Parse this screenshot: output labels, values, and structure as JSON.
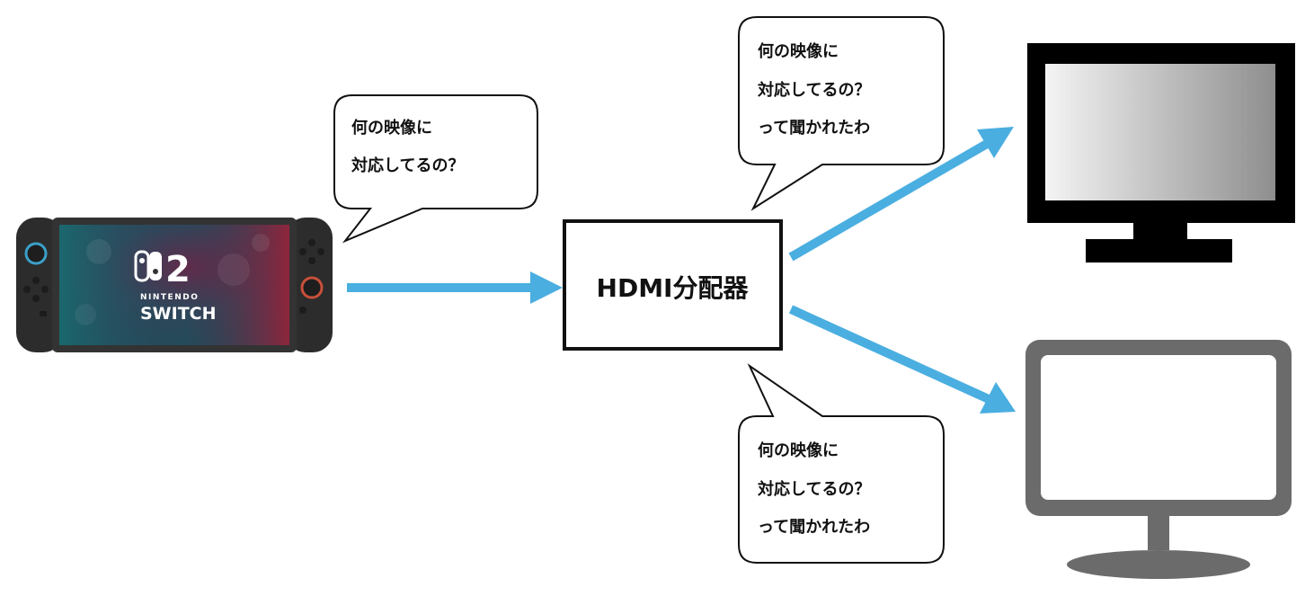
{
  "bubbles": {
    "left": {
      "line1": "何の映像に",
      "line2": "対応してるの？"
    },
    "top_right": {
      "line1": "何の映像に",
      "line2": "対応してるの？",
      "line3": "って聞かれたわ"
    },
    "bottom_right": {
      "line1": "何の映像に",
      "line2": "対応してるの？",
      "line3": "って聞かれたわ"
    }
  },
  "splitter": {
    "label": "HDMI分配器"
  },
  "console": {
    "logo_number": "2",
    "logo_line1": "NINTENDO",
    "logo_line2": "SWITCH",
    "colors": {
      "body": "#2f2f2f",
      "screen_left": "#1f6f74",
      "screen_right": "#8c1f3a"
    }
  },
  "colors": {
    "arrow": "#4aaee0",
    "monitor_black": "#000000",
    "monitor_gray": "#6b6b6b"
  }
}
